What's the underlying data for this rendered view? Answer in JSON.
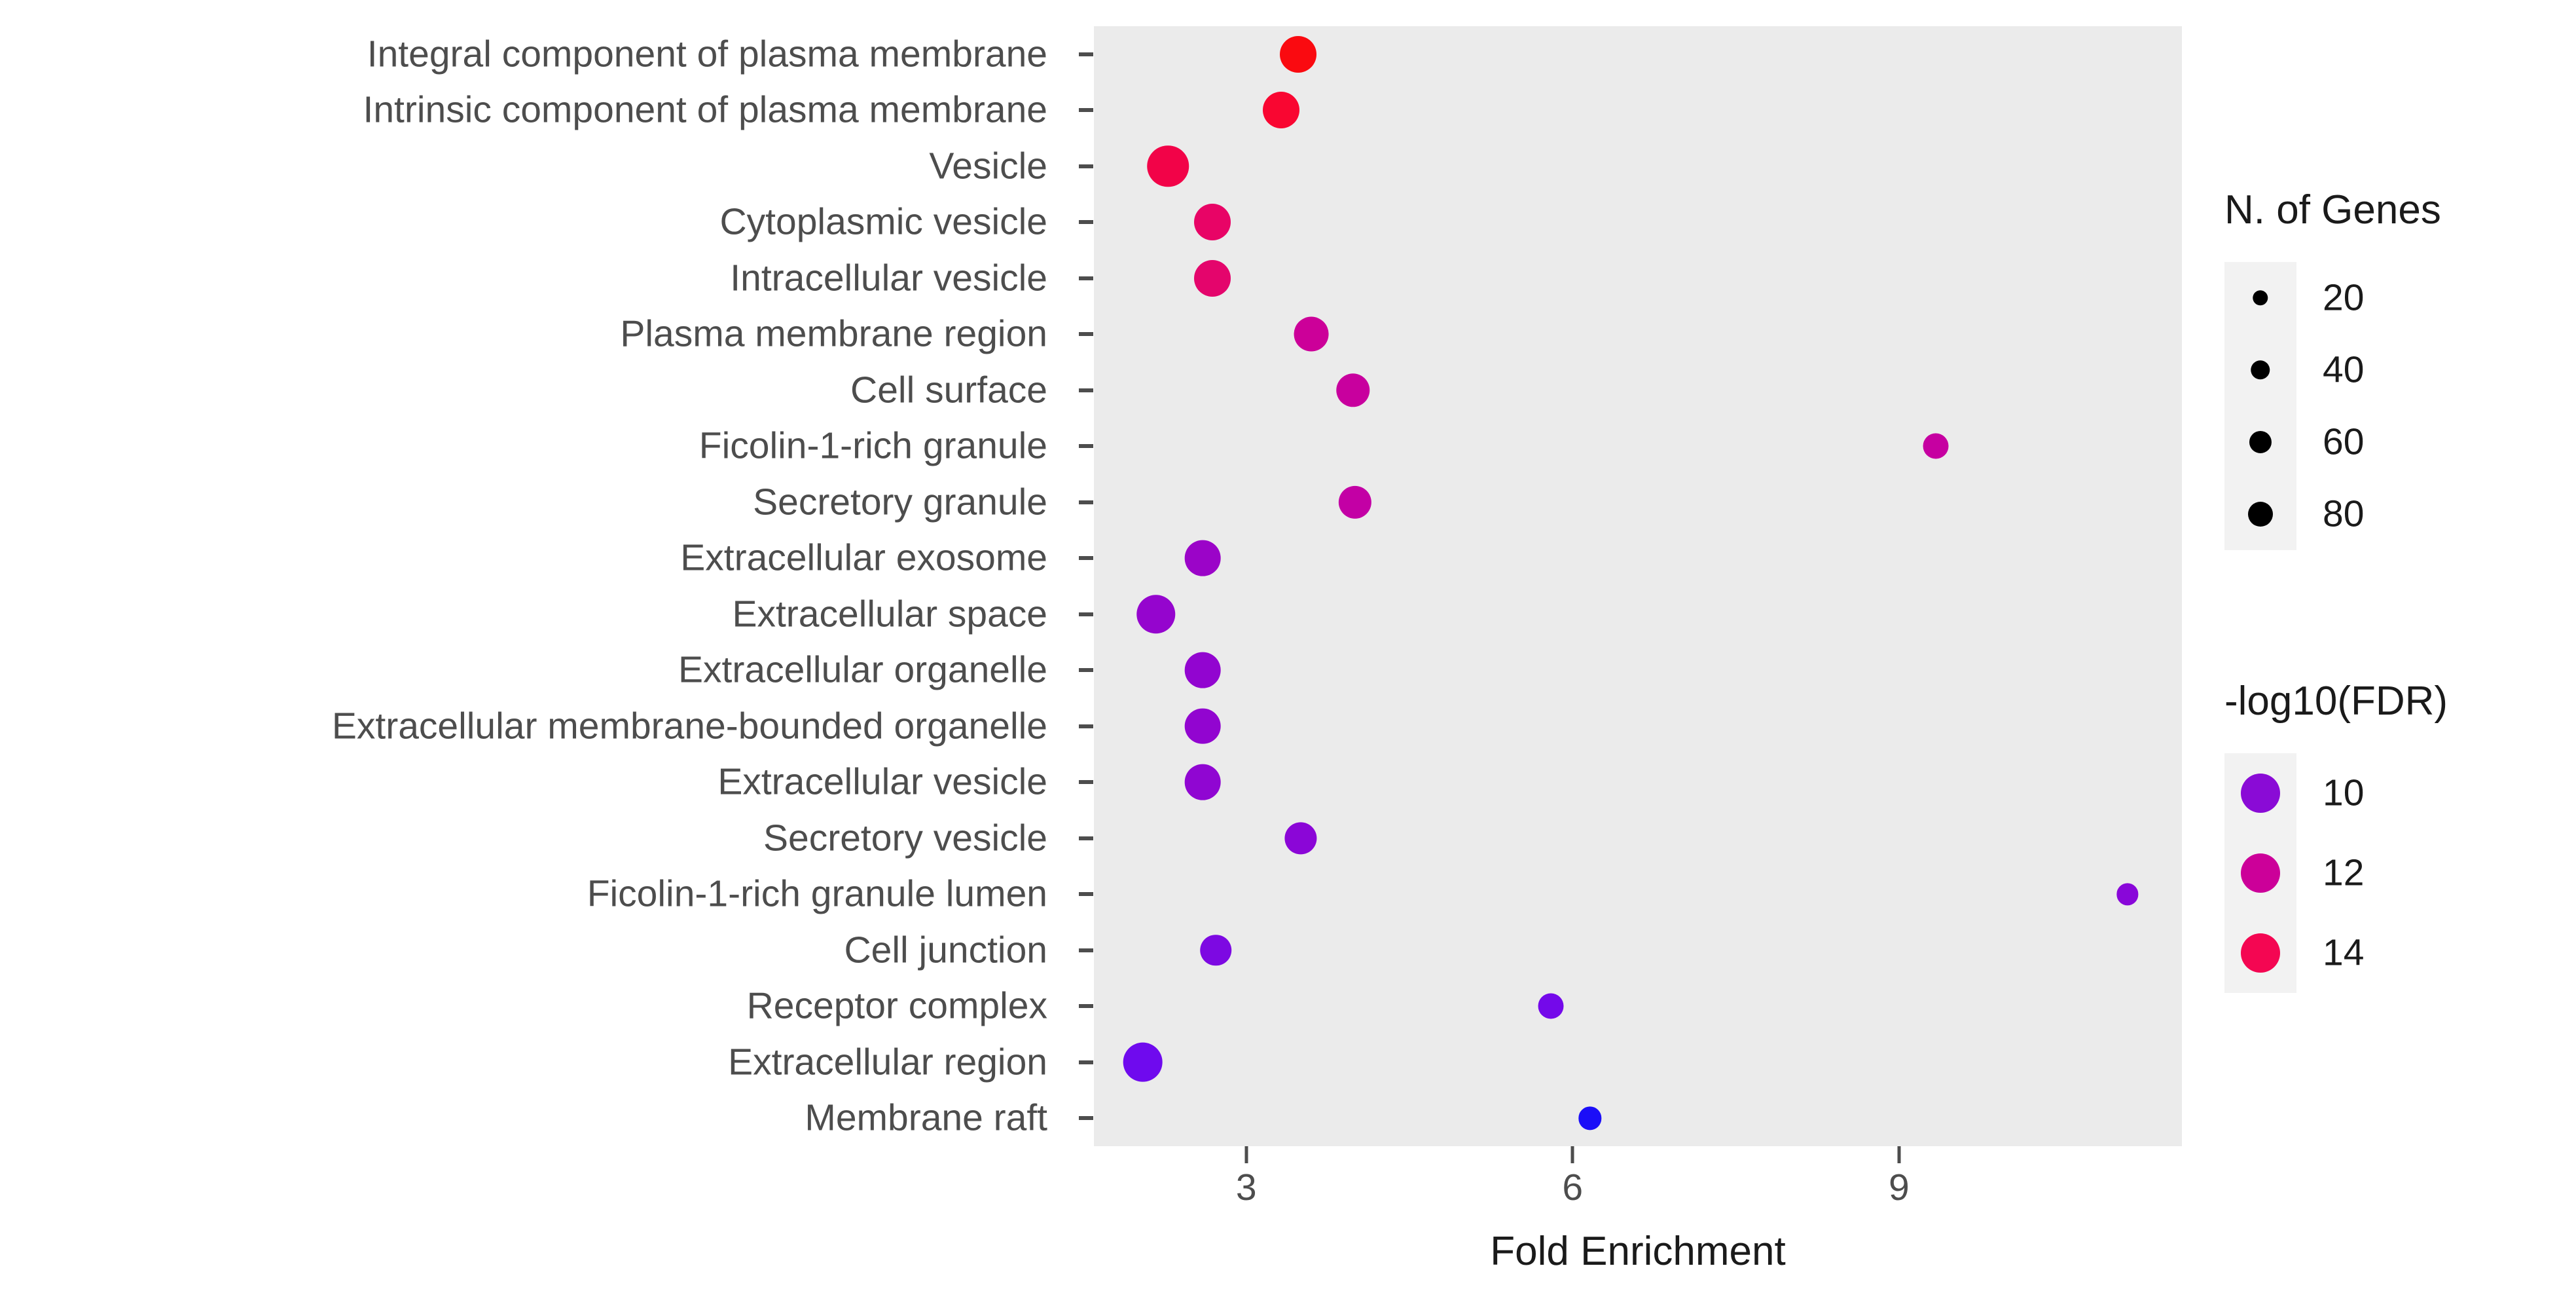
{
  "chart_data": {
    "type": "scatter",
    "title": "",
    "xlabel": "Fold Enrichment",
    "ylabel": "",
    "xlim": [
      1.6,
      11.6
    ],
    "xticks": [
      3,
      6,
      9
    ],
    "xtick_labels": [
      "3",
      "6",
      "9"
    ],
    "grid": false,
    "panel_background": "#EBEBEB",
    "legend_position": "right",
    "size_legend": {
      "title": "N. of Genes",
      "values": [
        20,
        40,
        60,
        80
      ],
      "labels": [
        "20",
        "40",
        "60",
        "80"
      ]
    },
    "color_legend": {
      "title": "-log10(FDR)",
      "values": [
        10,
        12,
        14
      ],
      "labels": [
        "10",
        "12",
        "14"
      ],
      "colors": [
        "#8A0BD6",
        "#CC0099",
        "#F40652"
      ]
    },
    "categories": [
      "Integral component of plasma membrane",
      "Intrinsic component of plasma membrane",
      "Vesicle",
      "Cytoplasmic vesicle",
      "Intracellular vesicle",
      "Plasma membrane region",
      "Cell surface",
      "Ficolin-1-rich granule",
      "Secretory granule",
      "Extracellular exosome",
      "Extracellular space",
      "Extracellular organelle",
      "Extracellular membrane-bounded organelle",
      "Extracellular vesicle",
      "Secretory vesicle",
      "Ficolin-1-rich granule lumen",
      "Cell junction",
      "Receptor complex",
      "Extracellular region",
      "Membrane raft"
    ],
    "points": [
      {
        "term": "Integral component of plasma membrane",
        "fold_enrichment": 3.48,
        "n_genes": 63,
        "neglog10_fdr": 15.0,
        "color": "#FA0A10"
      },
      {
        "term": "Intrinsic component of plasma membrane",
        "fold_enrichment": 3.32,
        "n_genes": 63,
        "neglog10_fdr": 14.6,
        "color": "#F90631"
      },
      {
        "term": "Vesicle",
        "fold_enrichment": 2.28,
        "n_genes": 88,
        "neglog10_fdr": 14.1,
        "color": "#F20348"
      },
      {
        "term": "Cytoplasmic vesicle",
        "fold_enrichment": 2.69,
        "n_genes": 63,
        "neglog10_fdr": 13.3,
        "color": "#E80466"
      },
      {
        "term": "Intracellular vesicle",
        "fold_enrichment": 2.69,
        "n_genes": 63,
        "neglog10_fdr": 13.2,
        "color": "#E4056C"
      },
      {
        "term": "Plasma membrane region",
        "fold_enrichment": 3.6,
        "n_genes": 54,
        "neglog10_fdr": 12.4,
        "color": "#CC0099"
      },
      {
        "term": "Cell surface",
        "fold_enrichment": 3.98,
        "n_genes": 50,
        "neglog10_fdr": 12.2,
        "color": "#C8009E"
      },
      {
        "term": "Ficolin-1-rich granule",
        "fold_enrichment": 9.34,
        "n_genes": 22,
        "neglog10_fdr": 12.1,
        "color": "#C600A1"
      },
      {
        "term": "Secretory granule",
        "fold_enrichment": 4.0,
        "n_genes": 47,
        "neglog10_fdr": 11.9,
        "color": "#C300A5"
      },
      {
        "term": "Extracellular exosome",
        "fold_enrichment": 2.6,
        "n_genes": 59,
        "neglog10_fdr": 10.8,
        "color": "#9B04C8"
      },
      {
        "term": "Extracellular space",
        "fold_enrichment": 2.17,
        "n_genes": 74,
        "neglog10_fdr": 10.6,
        "color": "#9505CE"
      },
      {
        "term": "Extracellular organelle",
        "fold_enrichment": 2.6,
        "n_genes": 59,
        "neglog10_fdr": 10.5,
        "color": "#9205D0"
      },
      {
        "term": "Extracellular membrane-bounded organelle",
        "fold_enrichment": 2.6,
        "n_genes": 59,
        "neglog10_fdr": 10.5,
        "color": "#9205D0"
      },
      {
        "term": "Extracellular vesicle",
        "fold_enrichment": 2.6,
        "n_genes": 59,
        "neglog10_fdr": 10.4,
        "color": "#9006D2"
      },
      {
        "term": "Secretory vesicle",
        "fold_enrichment": 3.5,
        "n_genes": 44,
        "neglog10_fdr": 10.2,
        "color": "#8B06D7"
      },
      {
        "term": "Ficolin-1-rich granule lumen",
        "fold_enrichment": 11.1,
        "n_genes": 13,
        "neglog10_fdr": 10.1,
        "color": "#8907D9"
      },
      {
        "term": "Cell junction",
        "fold_enrichment": 2.72,
        "n_genes": 40,
        "neglog10_fdr": 9.9,
        "color": "#7D09E2"
      },
      {
        "term": "Receptor complex",
        "fold_enrichment": 5.8,
        "n_genes": 22,
        "neglog10_fdr": 9.7,
        "color": "#7409EA"
      },
      {
        "term": "Extracellular region",
        "fold_enrichment": 2.05,
        "n_genes": 78,
        "neglog10_fdr": 9.6,
        "color": "#6F0AEE"
      },
      {
        "term": "Membrane raft",
        "fold_enrichment": 6.16,
        "n_genes": 16,
        "neglog10_fdr": 9.2,
        "color": "#1B0EF8"
      }
    ]
  },
  "axes": {
    "x_title": "Fold Enrichment",
    "x_tick_labels": [
      "3",
      "6",
      "9"
    ]
  },
  "legends": {
    "size": {
      "title": "N. of Genes",
      "items": [
        {
          "label": "20"
        },
        {
          "label": "40"
        },
        {
          "label": "60"
        },
        {
          "label": "80"
        }
      ]
    },
    "color": {
      "title": "-log10(FDR)",
      "items": [
        {
          "label": "10",
          "color": "#8A0BD6"
        },
        {
          "label": "12",
          "color": "#CC0099"
        },
        {
          "label": "14",
          "color": "#F40652"
        }
      ]
    }
  }
}
